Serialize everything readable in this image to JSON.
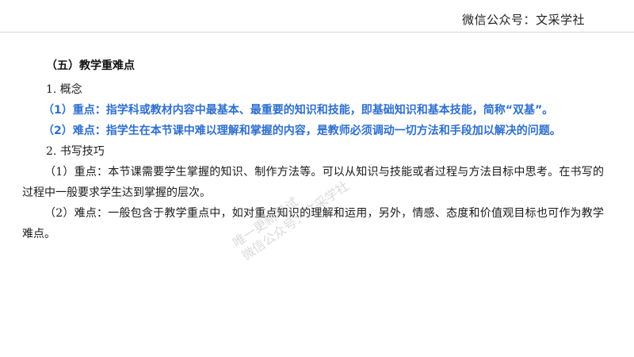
{
  "header": {
    "brand": "微信公众号：文采学社"
  },
  "section": {
    "title": "（五）教学重难点"
  },
  "concepts": {
    "heading": "1. 概念",
    "key_point": "（1）重点：指学科或教材内容中最基本、最重要的知识和技能，即基础知识和基本技能，简称“双基”。",
    "difficult_point": "（2）难点：指学生在本节课中难以理解和掌握的内容，是教师必须调动一切方法和手段加以解决的问题。"
  },
  "writing": {
    "heading": "2. 书写技巧",
    "para1": "（1）重点：本节课需要学生掌握的知识、制作方法等。可以从知识与技能或者过程与方法目标中思考。在书写的过程中一般要求学生达到掌握的层次。",
    "para2": "（2）难点：一般包含于教学重点中，如对重点知识的理解和运用，另外，情感、态度和价值观目标也可作为教学难点。"
  },
  "watermark": {
    "line1": "唯一更新考试",
    "line2": "微信公众号：文采学社"
  },
  "colors": {
    "accent_blue": "#2e6fcf"
  }
}
